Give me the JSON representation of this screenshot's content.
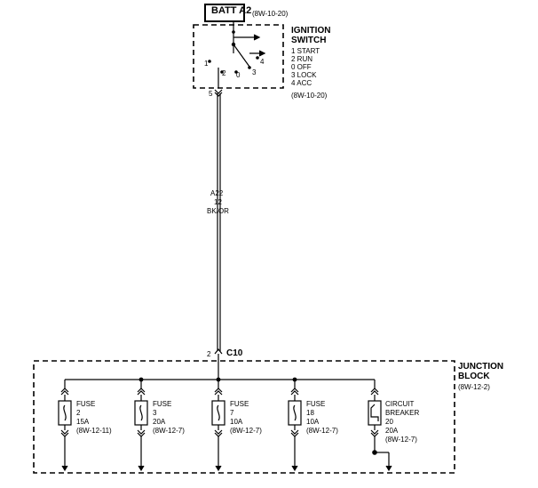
{
  "battery": {
    "label": "BATT A2",
    "ref": "(8W-10-20)"
  },
  "ignition_switch": {
    "title_line1": "IGNITION",
    "title_line2": "SWITCH",
    "positions": [
      "1 START",
      "2 RUN",
      "0 OFF",
      "3 LOCK",
      "4 ACC"
    ],
    "ref": "(8W-10-20)",
    "contact_numbers": [
      "1",
      "2",
      "0",
      "3",
      "4"
    ],
    "terminal": "5"
  },
  "wire": {
    "circuit": "A22",
    "gauge": "12",
    "color": "BK/OR"
  },
  "connector": {
    "pin": "2",
    "name": "C10"
  },
  "junction_block": {
    "title_line1": "JUNCTION",
    "title_line2": "BLOCK",
    "ref": "(8W-12-2)"
  },
  "fuses": [
    {
      "label": "FUSE",
      "number": "2",
      "rating": "15A",
      "ref": "(8W-12-11)"
    },
    {
      "label": "FUSE",
      "number": "3",
      "rating": "20A",
      "ref": "(8W-12-7)"
    },
    {
      "label": "FUSE",
      "number": "7",
      "rating": "10A",
      "ref": "(8W-12-7)"
    },
    {
      "label": "FUSE",
      "number": "18",
      "rating": "10A",
      "ref": "(8W-12-7)"
    }
  ],
  "circuit_breaker": {
    "line1": "CIRCUIT",
    "line2": "BREAKER",
    "number": "20",
    "rating": "20A",
    "ref": "(8W-12-7)"
  }
}
